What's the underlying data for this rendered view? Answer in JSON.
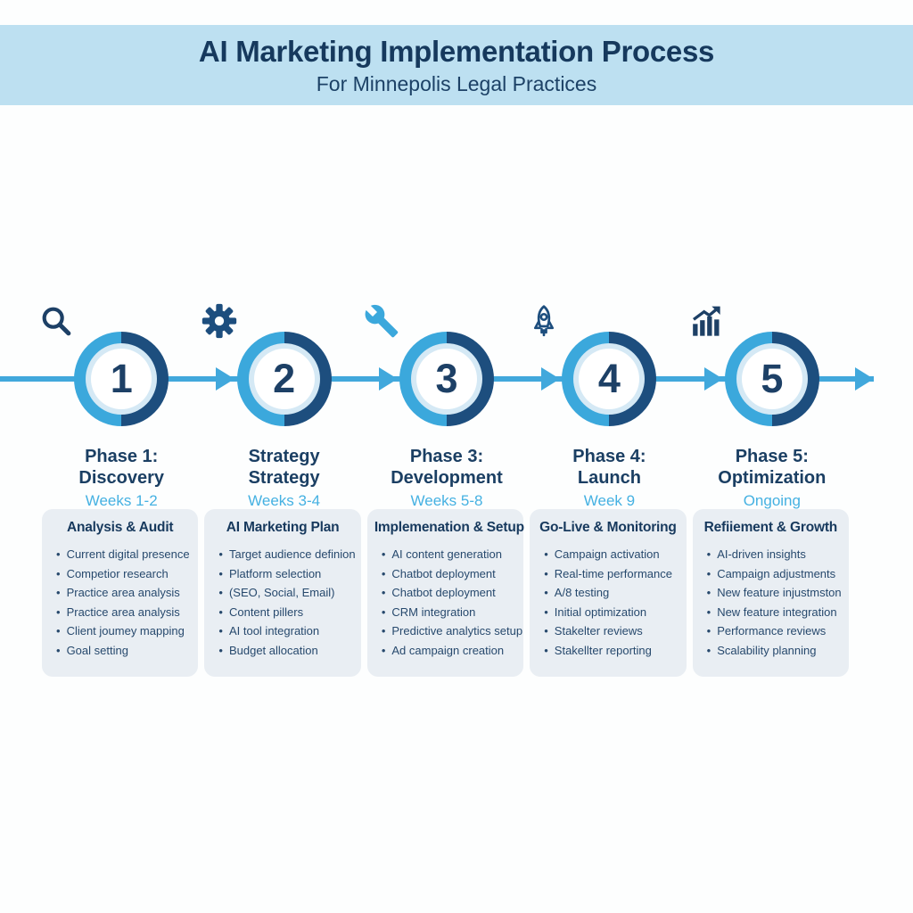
{
  "header": {
    "title": "AI Marketing Implementation Process",
    "subtitle": "For Minnepolis Legal Practices"
  },
  "colors": {
    "header_band": "#bde0f1",
    "title_navy": "#16395d",
    "ring_dark": "#1d4e7e",
    "ring_light": "#3ba8dc",
    "timeline_blue": "#41a8dc",
    "timeframe_blue": "#45b1e2",
    "card_bg": "#e9eef3"
  },
  "phases": [
    {
      "number": "1",
      "icon": "magnifier-icon",
      "title_line1": "Phase 1:",
      "title_line2": "Discovery",
      "timeframe": "Weeks 1-2",
      "card_title": "Analysis & Audit",
      "items": [
        "Current digital presence",
        "Competior research",
        "Practice area analysis",
        "Practice area analysis",
        "Client joumey mapping",
        "Goal setting"
      ]
    },
    {
      "number": "2",
      "icon": "gear-icon",
      "title_line1": "Strategy",
      "title_line2": "Strategy",
      "timeframe": "Weeks 3-4",
      "card_title": "AI Marketing Plan",
      "items": [
        "Target audience definion",
        "Platform selection",
        "(SEO, Social, Email)",
        "Content pillers",
        "AI tool integration",
        "Budget allocation"
      ]
    },
    {
      "number": "3",
      "icon": "wrench-icon",
      "title_line1": "Phase 3:",
      "title_line2": "Development",
      "timeframe": "Weeks 5-8",
      "card_title": "Implemenation & Setup",
      "items": [
        "AI content generation",
        "Chatbot deployment",
        "Chatbot deployment",
        "CRM integration",
        "Predictive analytics setup",
        "Ad campaign creation"
      ]
    },
    {
      "number": "4",
      "icon": "rocket-icon",
      "title_line1": "Phase 4:",
      "title_line2": "Launch",
      "timeframe": "Week 9",
      "card_title": "Go-Live & Monitoring",
      "items": [
        "Campaign activation",
        "Real-time performance",
        "A/8 testing",
        "Initial optimization",
        "Stakelter reviews",
        "Stakellter reporting"
      ]
    },
    {
      "number": "5",
      "icon": "growth-chart-icon",
      "title_line1": "Phase 5:",
      "title_line2": "Optimization",
      "timeframe": "Ongoing",
      "card_title": "Refiiement & Growth",
      "items": [
        "AI-driven insights",
        "Campaign adjustments",
        "New feature injustmston",
        "New feature integration",
        "Performance reviews",
        "Scalability planning"
      ]
    }
  ]
}
